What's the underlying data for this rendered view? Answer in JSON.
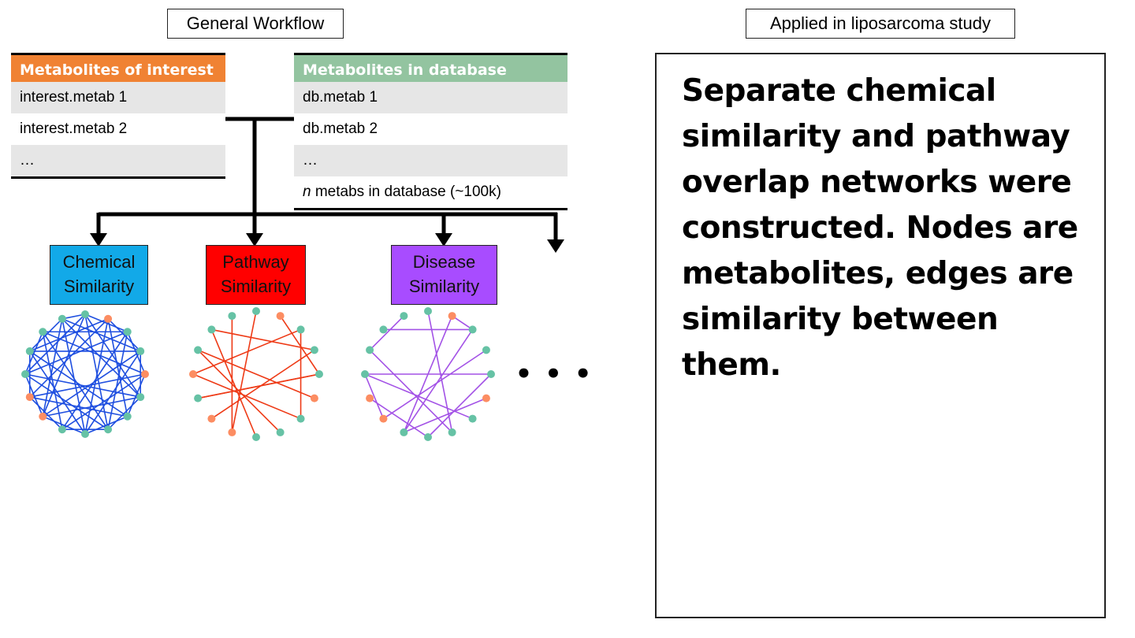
{
  "left_title": "General Workflow",
  "right_title": "Applied in liposarcoma study",
  "interest_table": {
    "header": "Metabolites of interest",
    "header_color": "#F08233",
    "rows": [
      "interest.metab 1",
      "interest.metab 2",
      "…"
    ]
  },
  "database_table": {
    "header": "Metabolites in database",
    "header_color": "#93C4A0",
    "rows": [
      "db.metab 1",
      "db.metab 2",
      "…"
    ],
    "count_italic": "n",
    "count_rest": " metabs in database (~100k)"
  },
  "similarity_boxes": [
    {
      "line1": "Chemical",
      "line2": "Similarity",
      "color": "#12A9E8"
    },
    {
      "line1": "Pathway",
      "line2": "Similarity",
      "color": "#FF0000"
    },
    {
      "line1": "Disease",
      "line2": "Similarity",
      "color": "#A84CFF"
    }
  ],
  "ellipsis": "• • •",
  "node_colors": {
    "normal": "#66C2A5",
    "highlight": "#FC8D62"
  },
  "edge_colors": {
    "chemical": "#1F4FE0",
    "pathway": "#EE3A16",
    "disease": "#A352E6"
  },
  "description": "Separate chemical similarity and pathway overlap networks were constructed. Nodes are metabolites, edges are similarity between them."
}
